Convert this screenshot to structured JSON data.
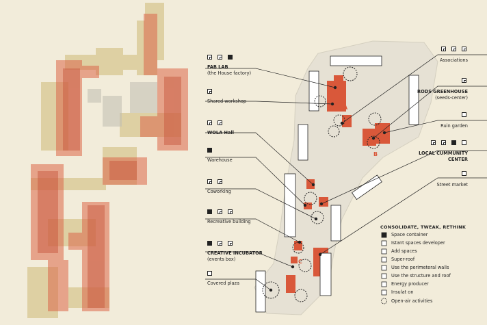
{
  "labels_left": [
    {
      "id": "fab-lab",
      "title": "FAB LAB",
      "sub": "(the House factory)"
    },
    {
      "id": "shared-workshop",
      "title": "Shared workshop",
      "sub": ""
    },
    {
      "id": "wola-hall",
      "title": "WOLA Hall",
      "sub": ""
    },
    {
      "id": "warehouse",
      "title": "Warehouse",
      "sub": ""
    },
    {
      "id": "coworking",
      "title": "Coworking",
      "sub": ""
    },
    {
      "id": "recreative-building",
      "title": "Recreative building",
      "sub": ""
    },
    {
      "id": "creative-incubator",
      "title": "CREATIVE INCUBATOR",
      "sub": "(events box)"
    },
    {
      "id": "covered-plaza",
      "title": "Covered plaza",
      "sub": ""
    }
  ],
  "labels_right": [
    {
      "id": "associations",
      "title": "Associations",
      "sub": ""
    },
    {
      "id": "rods-greenhouse",
      "title": "RODS GREENHOUSE",
      "sub": "(seeds-center)"
    },
    {
      "id": "ruin-garden",
      "title": "Ruin garden",
      "sub": ""
    },
    {
      "id": "local-community-center",
      "title": "LOCAL CUMMUNITY",
      "sub": "CENTER"
    },
    {
      "id": "street-market",
      "title": "Street market",
      "sub": ""
    }
  ],
  "zone_letters": [
    "A",
    "B",
    "C"
  ],
  "legend": {
    "title": "CONSOLIDATE, TWEAK, RETHINK",
    "items": [
      {
        "label": "Space container",
        "icon": "filled-square-icon"
      },
      {
        "label": "Istant spaces developer",
        "icon": "grid-square-icon"
      },
      {
        "label": "Add spaces",
        "icon": "add-square-icon"
      },
      {
        "label": "Super-roof",
        "icon": "roof-square-icon"
      },
      {
        "label": "Use the perimeteral walls",
        "icon": "walls-square-icon"
      },
      {
        "label": "Use the structure and roof",
        "icon": "structure-square-icon"
      },
      {
        "label": "Energy producer",
        "icon": "energy-square-icon"
      },
      {
        "label": "Insulat on",
        "icon": "insulation-square-icon"
      },
      {
        "label": "Open-air activities",
        "icon": "dashed-circle-icon"
      }
    ]
  },
  "colors": {
    "background": "#f2ecda",
    "building": "#d9583a",
    "ochre": "#c9b36a",
    "site": "#e6e1d4"
  }
}
